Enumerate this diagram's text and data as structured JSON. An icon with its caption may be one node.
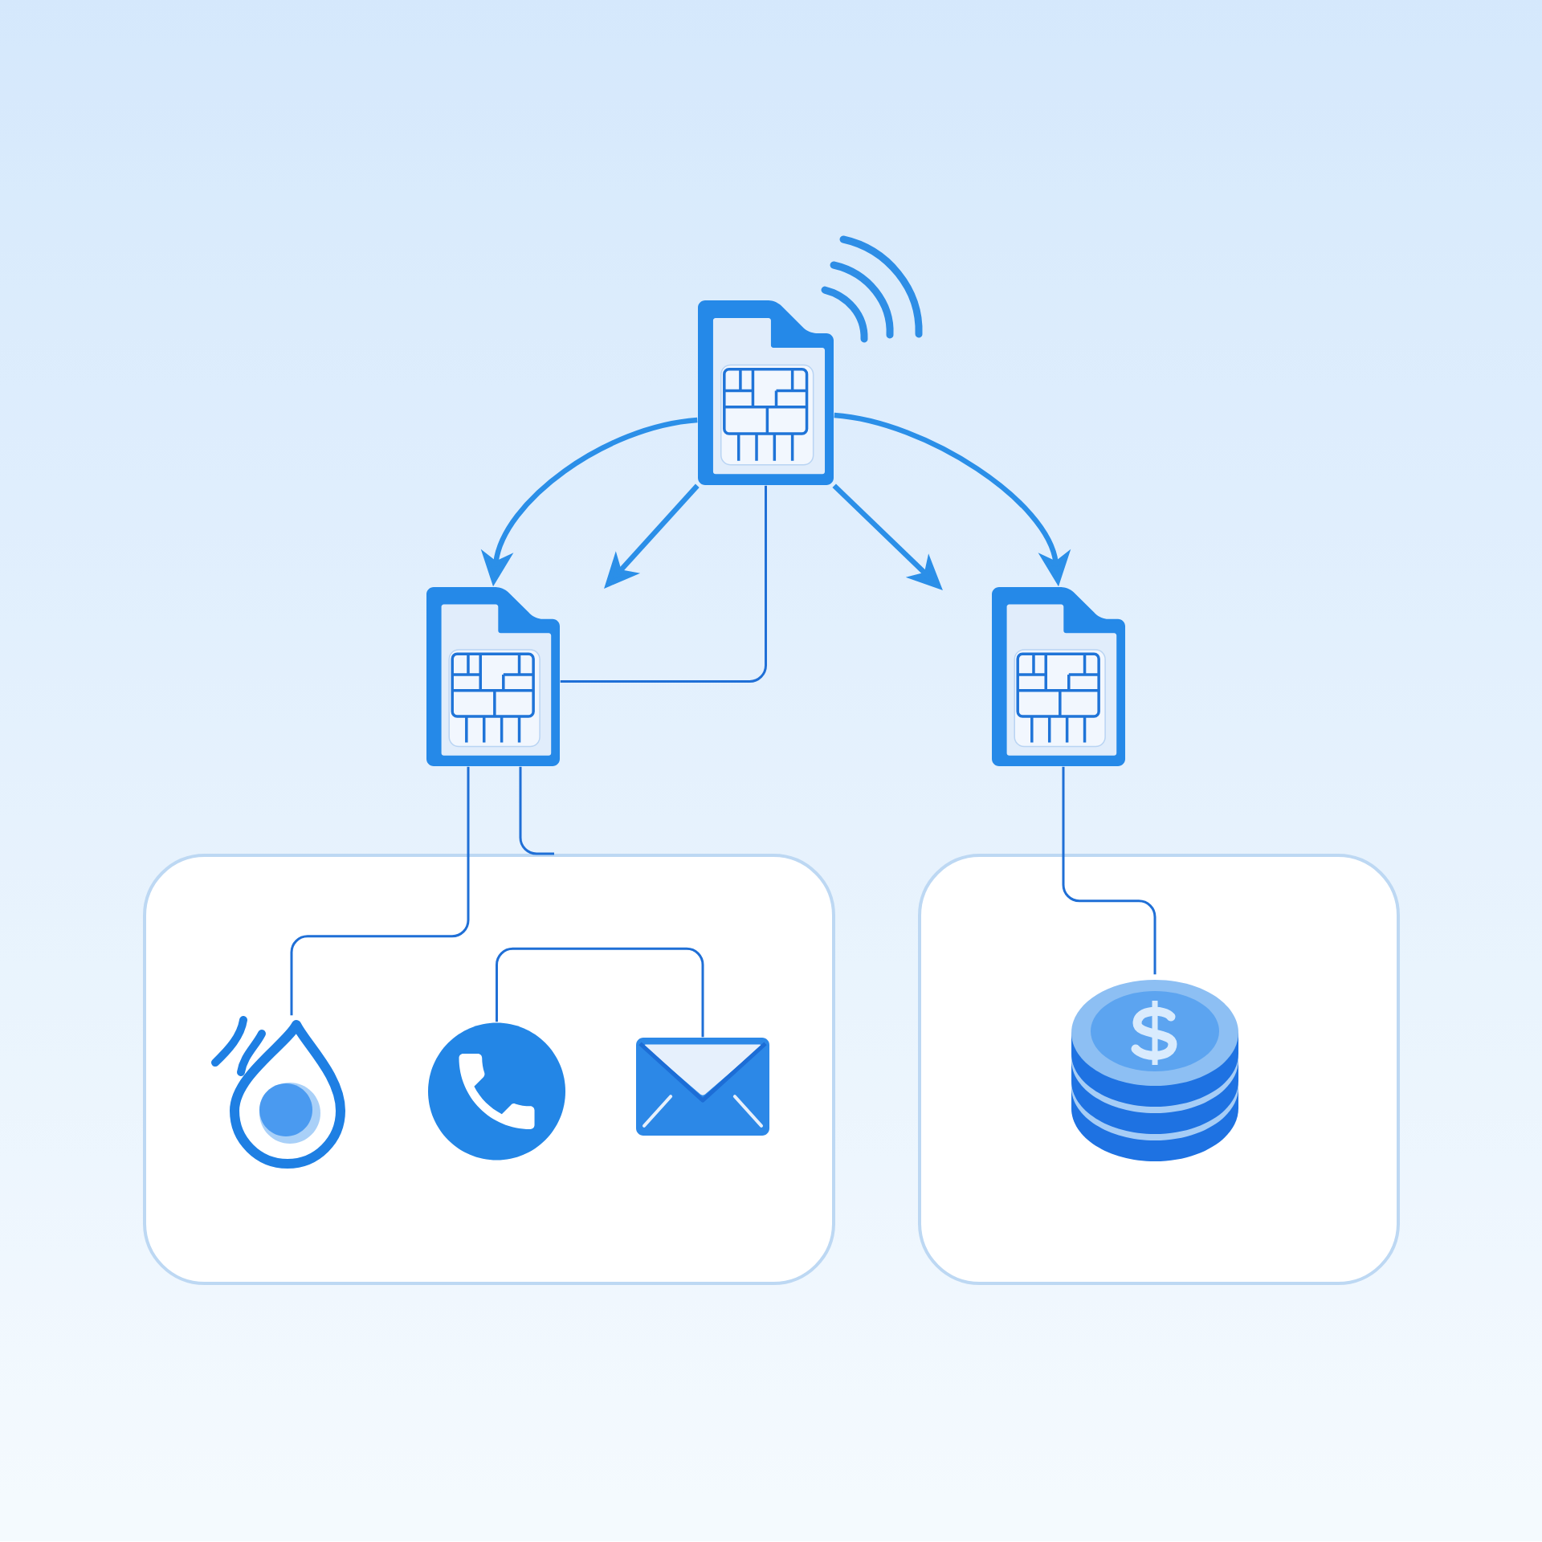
{
  "diagram": {
    "nodes": [
      {
        "text": [],
        "shape": "picture"
      },
      {
        "text": [],
        "shape": "picture"
      },
      {
        "text": [],
        "shape": "picture"
      },
      {
        "text": [],
        "shape": "box"
      },
      {
        "text": [],
        "shape": "picture",
        "in": 3
      },
      {
        "text": [],
        "shape": "picture",
        "in": 3
      },
      {
        "text": [],
        "shape": "picture",
        "in": 3
      },
      {
        "text": [],
        "shape": "box"
      },
      {
        "text": [],
        "shape": "picture",
        "in": 7
      }
    ],
    "edges": [
      {
        "from": 0,
        "to": 1,
        "arrow": "to",
        "style": "thick",
        "color": "#2b8fe8"
      },
      {
        "from": 0,
        "to": null,
        "arrow": "to",
        "style": "thick",
        "color": "#2b8fe8"
      },
      {
        "from": 0,
        "to": 2,
        "arrow": "to",
        "style": "thick",
        "color": "#2b8fe8"
      },
      {
        "from": 0,
        "to": null,
        "arrow": "to",
        "style": "thick",
        "color": "#2b8fe8"
      },
      {
        "from": 0,
        "to": 1,
        "arrow": "none"
      },
      {
        "from": 1,
        "to": 4,
        "arrow": "none"
      },
      {
        "from": 1,
        "to": 3,
        "arrow": "none"
      },
      {
        "from": 5,
        "to": 6,
        "arrow": "none"
      },
      {
        "from": 2,
        "to": 8,
        "arrow": "none"
      }
    ]
  }
}
